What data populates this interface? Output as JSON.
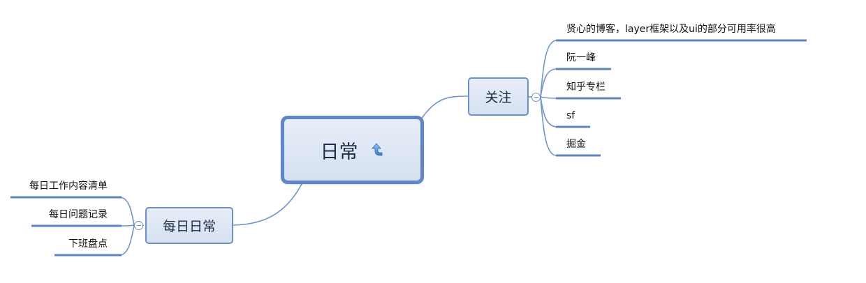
{
  "root": {
    "label": "日常",
    "icon": "refresh-arrow-icon"
  },
  "branches": {
    "focus": {
      "label": "关注",
      "children": [
        "贤心的博客，layer框架以及ui的部分可用率很高",
        "阮一峰",
        "知乎专栏",
        "sf",
        "掘金"
      ]
    },
    "daily": {
      "label": "每日日常",
      "children": [
        "每日工作内容清单",
        "每日问题记录",
        "下班盘点"
      ]
    }
  },
  "colors": {
    "node_border": "#5f86c8",
    "node_fill": "#dbe4f3",
    "connector": "#6f94cc",
    "text": "#1f2a44"
  }
}
